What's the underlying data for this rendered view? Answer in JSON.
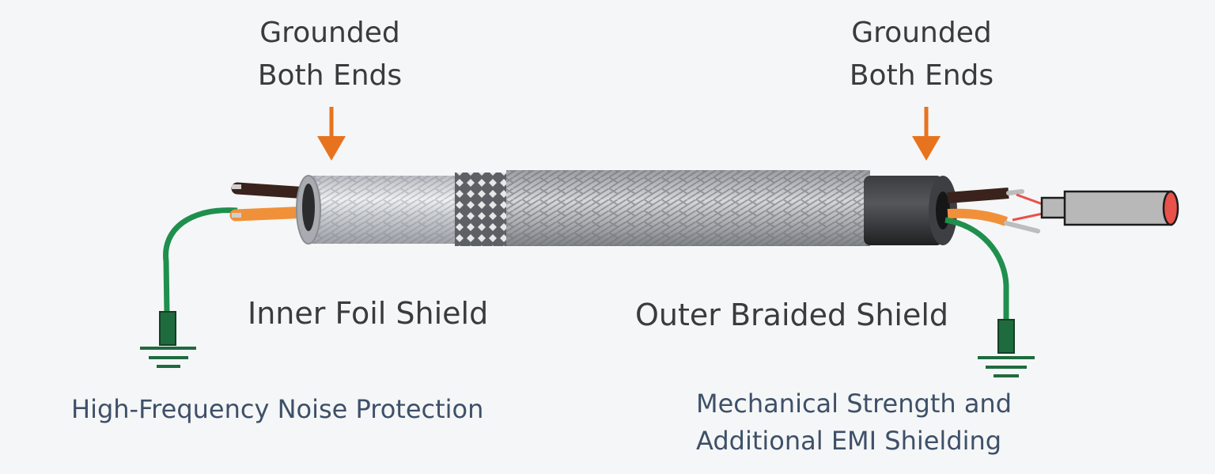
{
  "labels": {
    "left_ground": [
      "Grounded",
      "Both Ends"
    ],
    "right_ground": [
      "Grounded",
      "Both Ends"
    ],
    "inner_shield": "Inner Foil Shield",
    "outer_shield": "Outer Braided Shield",
    "inner_desc": "High-Frequency Noise Protection",
    "outer_desc": [
      "Mechanical Strength and",
      "Additional EMI Shielding"
    ]
  },
  "colors": {
    "arrow": "#e8731f",
    "ground_wire": "#1f8f4e",
    "ground_terminal": "#1e6b3e",
    "conductor_brown": "#3a231c",
    "conductor_orange": "#f0913a",
    "signal_wire": "#e8524a",
    "connector": "#b8b8b8"
  },
  "icons": [
    "down-arrow-icon",
    "ground-symbol-icon",
    "connector-plug-icon"
  ]
}
